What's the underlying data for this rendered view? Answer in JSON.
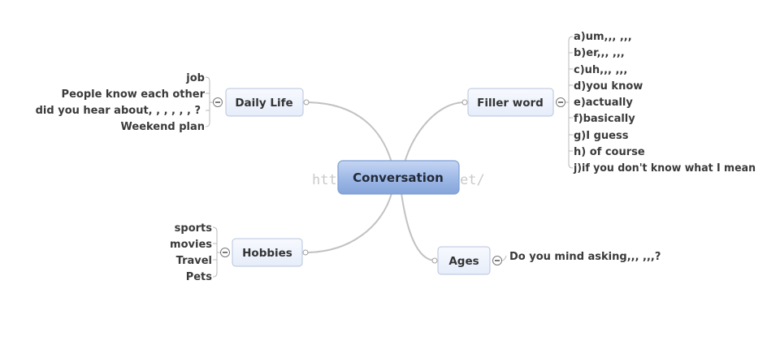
{
  "central": {
    "label": "Conversation"
  },
  "watermark": {
    "left": "http",
    "right": "et/"
  },
  "topics": {
    "daily_life": {
      "label": "Daily Life",
      "items": [
        "job",
        "People know each other",
        "did you hear about, , , , , , ?",
        "Weekend plan"
      ]
    },
    "filler_word": {
      "label": "Filler word",
      "items": [
        "a)um,,, ,,,",
        "b)er,,, ,,,",
        "c)uh,,, ,,,",
        "d)you know",
        "e)actually",
        "f)basically",
        "g)I guess",
        "h) of course",
        "j)if you don't know what I mean"
      ]
    },
    "hobbies": {
      "label": "Hobbies",
      "items": [
        "sports",
        "movies",
        "Travel",
        "Pets"
      ]
    },
    "ages": {
      "label": "Ages",
      "items": [
        "Do you mind asking,,, ,,,?"
      ]
    }
  },
  "icons": {
    "collapse": "minus-circle-icon",
    "connector": "small-circle-icon"
  },
  "colors": {
    "central_fill": "#9db8e6",
    "central_border": "#7e9fd3",
    "topic_fill": "#eef3fd",
    "topic_border": "#b7c4dc",
    "line": "#c2c2c2"
  }
}
